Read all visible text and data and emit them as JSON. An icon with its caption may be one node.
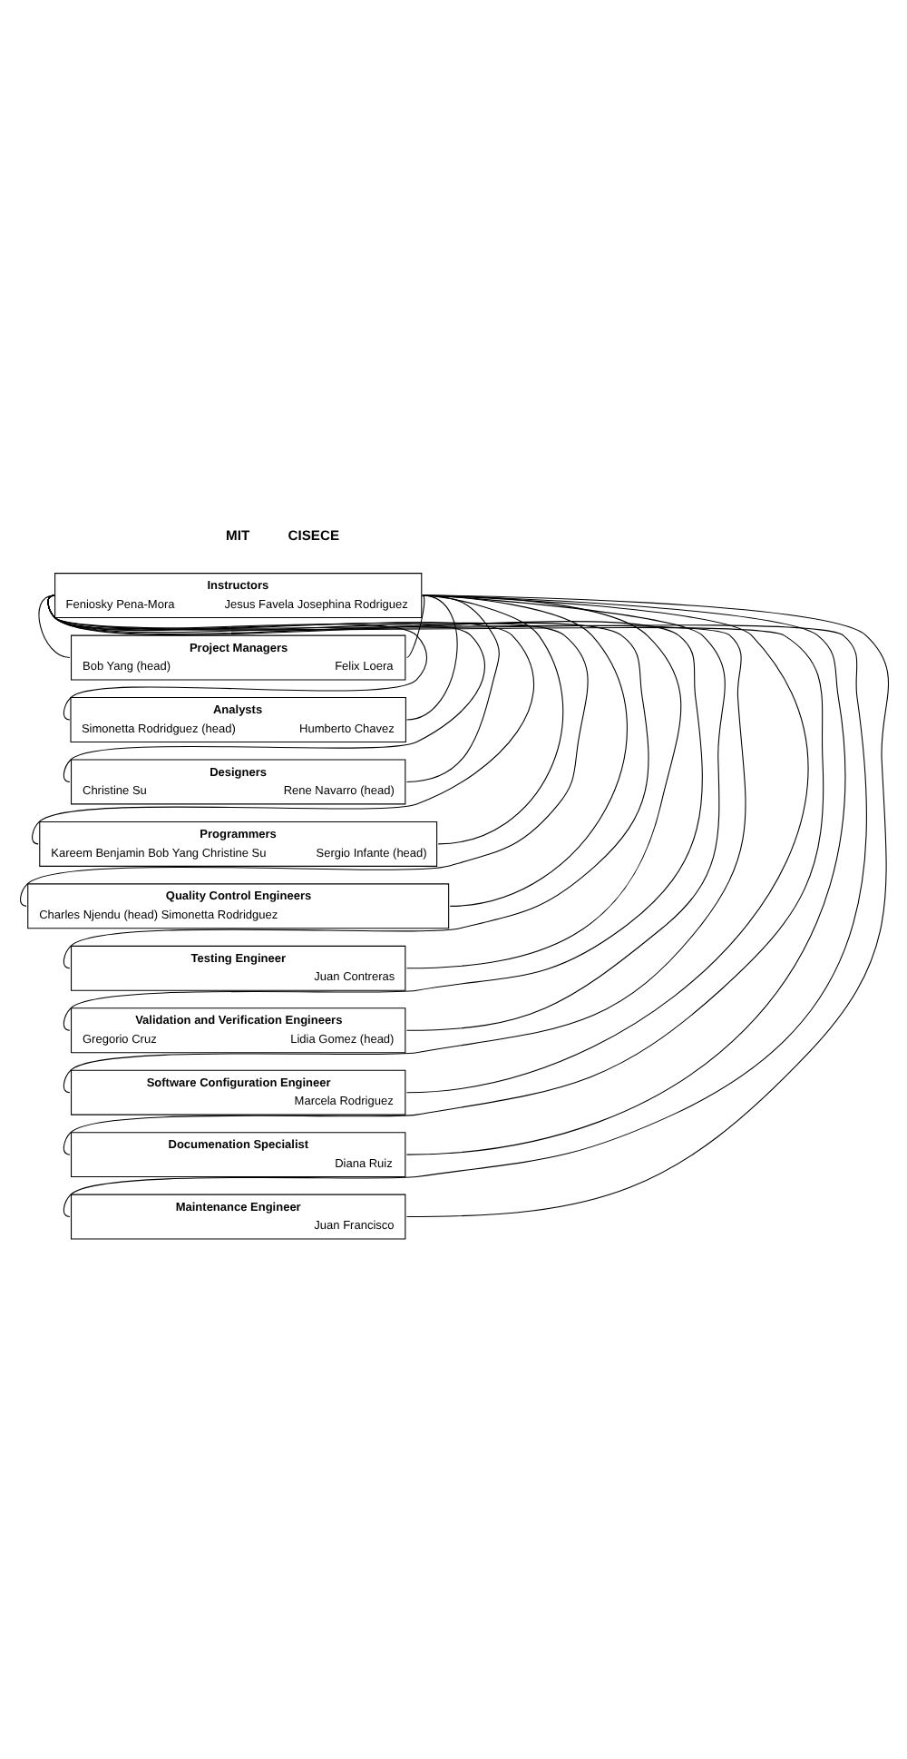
{
  "diagram": {
    "nodes": [
      {
        "text": [
          "Instructors",
          "Feniosky Pena-Mora",
          "Jesus Favela Josephina Rodriguez"
        ]
      },
      {
        "text": [
          "Project Managers",
          "Bob Yang (head)",
          "Felix Loera"
        ]
      },
      {
        "text": [
          "Analysts",
          "Simonetta Rodridguez (head)",
          "Humberto Chavez"
        ]
      },
      {
        "text": [
          "Designers",
          "Christine Su",
          "Rene Navarro (head)"
        ]
      },
      {
        "text": [
          "Programmers",
          "Kareem Benjamin Bob Yang Christine Su",
          "Sergio Infante (head)"
        ]
      },
      {
        "text": [
          "Quality Control Engineers",
          "Charles Njendu (head) Simonetta Rodridguez"
        ]
      },
      {
        "text": [
          "Testing Engineer",
          "Juan Contreras"
        ]
      },
      {
        "text": [
          "Validation and Verification Engineers",
          "Gregorio Cruz",
          "Lidia Gomez (head)"
        ]
      },
      {
        "text": [
          "Software Configuration Engineer",
          "Marcela Rodriguez"
        ]
      },
      {
        "text": [
          "Documenation Specialist",
          "Diana Ruiz"
        ]
      },
      {
        "text": [
          "Maintenance Engineer",
          "Juan Francisco"
        ]
      }
    ],
    "edges": [
      {
        "from": 0,
        "to": 1,
        "arrow": "none"
      },
      {
        "from": 0,
        "to": 1,
        "arrow": "none"
      },
      {
        "from": 0,
        "to": 2,
        "arrow": "none"
      },
      {
        "from": 0,
        "to": 2,
        "arrow": "none"
      },
      {
        "from": 0,
        "to": 3,
        "arrow": "none"
      },
      {
        "from": 0,
        "to": 3,
        "arrow": "none"
      },
      {
        "from": 0,
        "to": 4,
        "arrow": "none"
      },
      {
        "from": 0,
        "to": 4,
        "arrow": "none"
      },
      {
        "from": 0,
        "to": 5,
        "arrow": "none"
      },
      {
        "from": 0,
        "to": 5,
        "arrow": "none"
      },
      {
        "from": 0,
        "to": 6,
        "arrow": "none"
      },
      {
        "from": 0,
        "to": 6,
        "arrow": "none"
      },
      {
        "from": 0,
        "to": 7,
        "arrow": "none"
      },
      {
        "from": 0,
        "to": 7,
        "arrow": "none"
      },
      {
        "from": 0,
        "to": 8,
        "arrow": "none"
      },
      {
        "from": 0,
        "to": 8,
        "arrow": "none"
      },
      {
        "from": 0,
        "to": 9,
        "arrow": "none"
      },
      {
        "from": 0,
        "to": 9,
        "arrow": "none"
      },
      {
        "from": 0,
        "to": 10,
        "arrow": "none"
      },
      {
        "from": 0,
        "to": 10,
        "arrow": "none"
      }
    ],
    "labels": [
      "MIT",
      "CISECE"
    ]
  }
}
